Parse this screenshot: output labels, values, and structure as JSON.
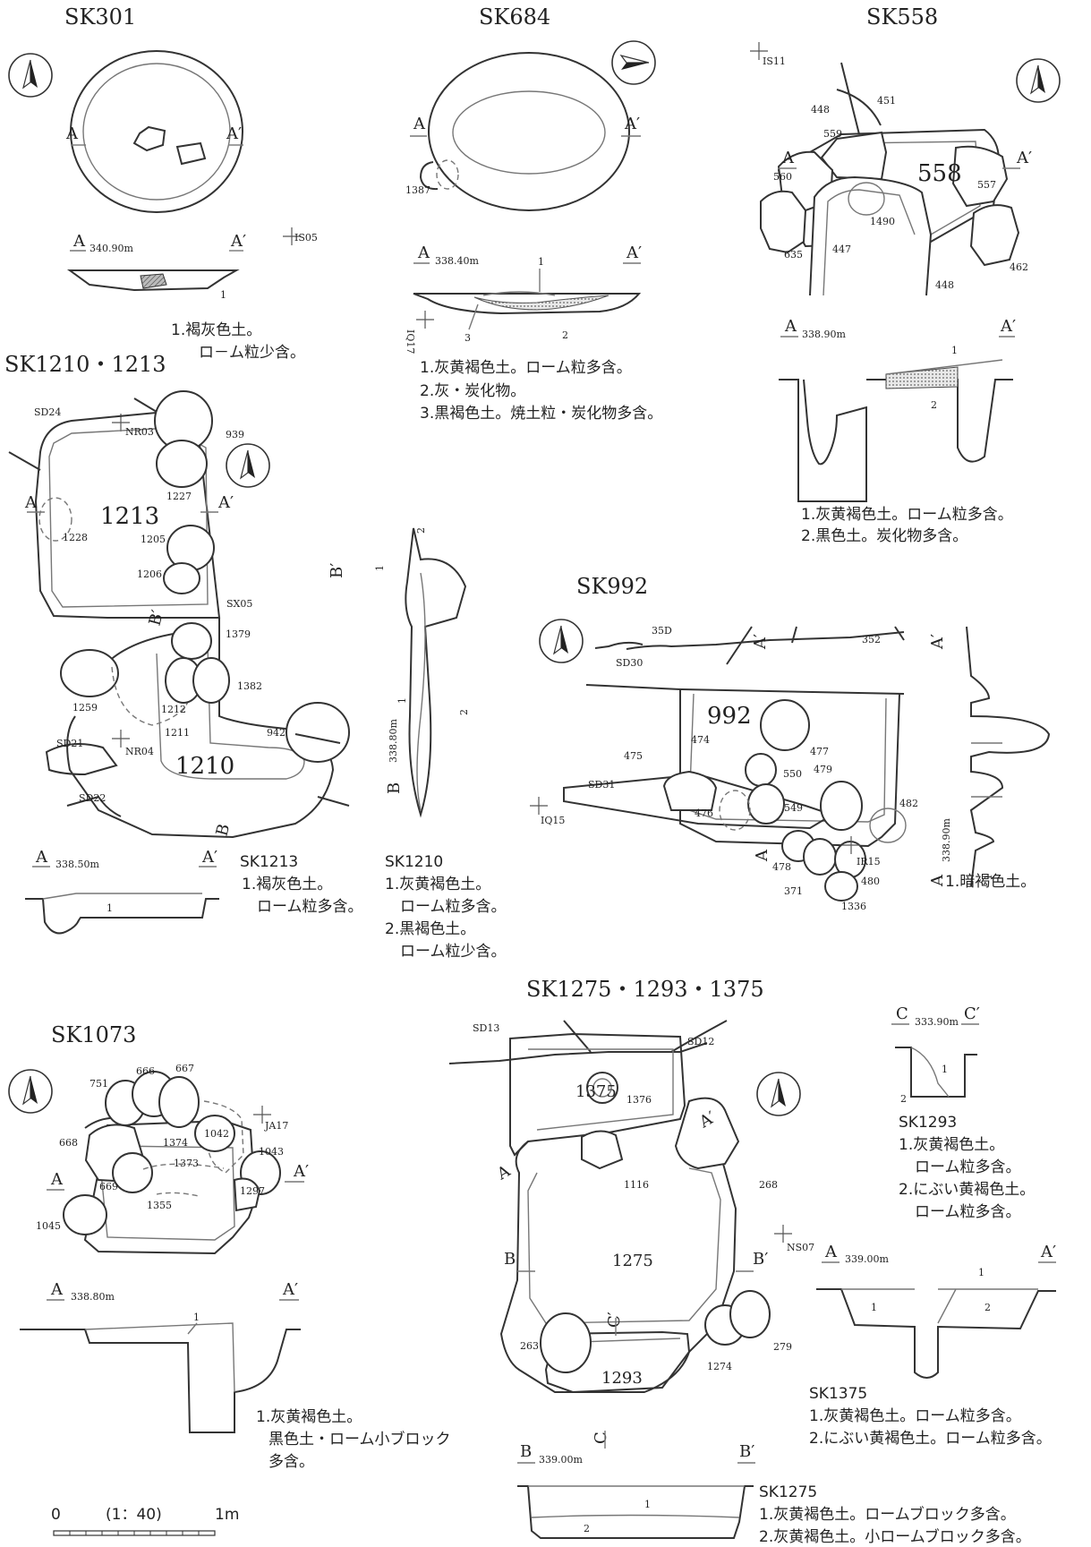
{
  "scale": {
    "zero": "0",
    "ratio": "(1：40)",
    "unit": "1m"
  },
  "sk301": {
    "title": "SK301",
    "a": "A",
    "a2": "A′",
    "elev": "340.90m",
    "grid": "IS05",
    "layer1": "1",
    "notes": [
      "1.褐灰色土。",
      "ロ－ム粒少含。"
    ]
  },
  "sk684": {
    "title": "SK684",
    "a": "A",
    "a2": "A′",
    "elev": "338.40m",
    "pit": "1387",
    "grid": "IQ17",
    "layers": [
      "1",
      "2",
      "3"
    ],
    "notes": [
      "1.灰黄褐色土。ローム粒多含。",
      "2.灰・炭化物。",
      "3.黒褐色土。焼土粒・炭化物多含。"
    ]
  },
  "sk558": {
    "title": "SK558",
    "a": "A",
    "a2": "A′",
    "elev": "338.90m",
    "grid": "IS11",
    "center": "558",
    "pits": [
      "451",
      "448",
      "559",
      "560",
      "557",
      "1490",
      "635",
      "447",
      "462",
      "448"
    ],
    "layers": [
      "1",
      "2"
    ],
    "notes": [
      "1.灰黄褐色土。ローム粒多含。",
      "2.黒色土。炭化物多含。"
    ]
  },
  "sk1210": {
    "title": "SK1210・1213",
    "a": "A",
    "a2": "A′",
    "b": "B",
    "b2": "B′",
    "elev": "338.50m",
    "elev_b": "338.80m",
    "big1": "1213",
    "big2": "1210",
    "labels": [
      "SD24",
      "NR03",
      "939",
      "1227",
      "1228",
      "1205",
      "1206",
      "SX05",
      "1379",
      "1382",
      "1259",
      "1212",
      "1211",
      "942",
      "SD21",
      "NR04",
      "SD22"
    ],
    "layers": [
      "1",
      "2",
      "1",
      "2"
    ],
    "notes_a_title": "SK1213",
    "notes_a": [
      "1.褐灰色土。",
      "ローム粒多含。"
    ],
    "notes_b_title": "SK1210",
    "notes_b": [
      "1.灰黄褐色土。",
      "ローム粒多含。",
      "2.黒褐色土。",
      "ローム粒少含。"
    ]
  },
  "sk992": {
    "title": "SK992",
    "a": "A",
    "a2": "A′",
    "elev": "338.90m",
    "center": "992",
    "grid": "IQ15",
    "grid2": "IR15",
    "labels": [
      "35D",
      "352",
      "SD30",
      "474",
      "477",
      "475",
      "550",
      "479",
      "SD31",
      "549",
      "476",
      "482",
      "478",
      "480",
      "371",
      "1336"
    ],
    "layer1": "1",
    "notes": [
      "1.暗褐色土。"
    ]
  },
  "sk1073": {
    "title": "SK1073",
    "a": "A",
    "a2": "A′",
    "elev": "338.80m",
    "grid": "JA17",
    "labels": [
      "751",
      "666",
      "667",
      "1042",
      "668",
      "1374",
      "1043",
      "1373",
      "669",
      "1297",
      "1355",
      "1045"
    ],
    "layer1": "1",
    "notes": [
      "1.灰黄褐色土。",
      "黒色土・ローム小ブロック",
      "多含。"
    ]
  },
  "sk1275": {
    "title": "SK1275・1293・1375",
    "a": "A",
    "a2": "A′",
    "b": "B",
    "b2": "B′",
    "c": "C",
    "c2": "C′",
    "elev_a": "339.00m",
    "elev_b": "339.00m",
    "elev_c": "333.90m",
    "grid": "NS07",
    "labels": [
      "SD13",
      "SD12",
      "1375",
      "1376",
      "268",
      "1116",
      "1275",
      "263",
      "1293",
      "1274",
      "279"
    ],
    "layers": [
      "1",
      "2"
    ],
    "notes_1293_title": "SK1293",
    "notes_1293": [
      "1.灰黄褐色土。",
      "ローム粒多含。",
      "2.にぶい黄褐色土。",
      "ローム粒多含。"
    ],
    "notes_1375_title": "SK1375",
    "notes_1375": [
      "1.灰黄褐色土。ローム粒多含。",
      "2.にぶい黄褐色土。ローム粒多含。"
    ],
    "notes_1275_title": "SK1275",
    "notes_1275": [
      "1.灰黄褐色土。ロームブロック多含。",
      "2.灰黄褐色土。小ロームブロック多含。"
    ]
  }
}
